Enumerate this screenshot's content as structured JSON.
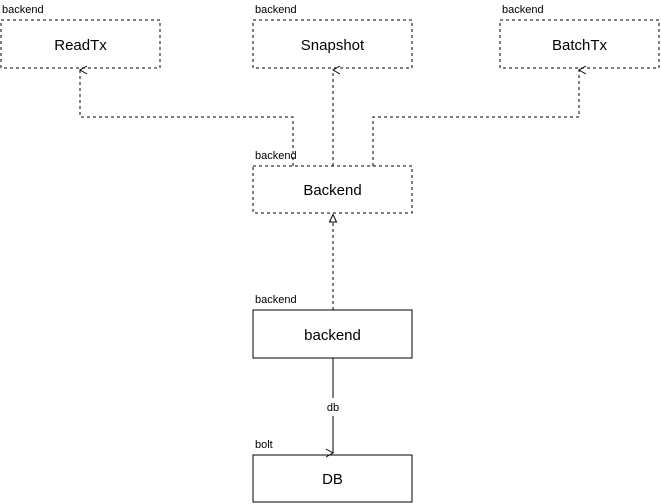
{
  "nodes": {
    "readtx": {
      "package": "backend",
      "label": "ReadTx"
    },
    "snapshot": {
      "package": "backend",
      "label": "Snapshot"
    },
    "batchtx": {
      "package": "backend",
      "label": "BatchTx"
    },
    "backend_iface": {
      "package": "backend",
      "label": "Backend"
    },
    "backend_impl": {
      "package": "backend",
      "label": "backend"
    },
    "db": {
      "package": "bolt",
      "label": "DB"
    }
  },
  "edges": {
    "backend_db": {
      "label": "db"
    }
  }
}
